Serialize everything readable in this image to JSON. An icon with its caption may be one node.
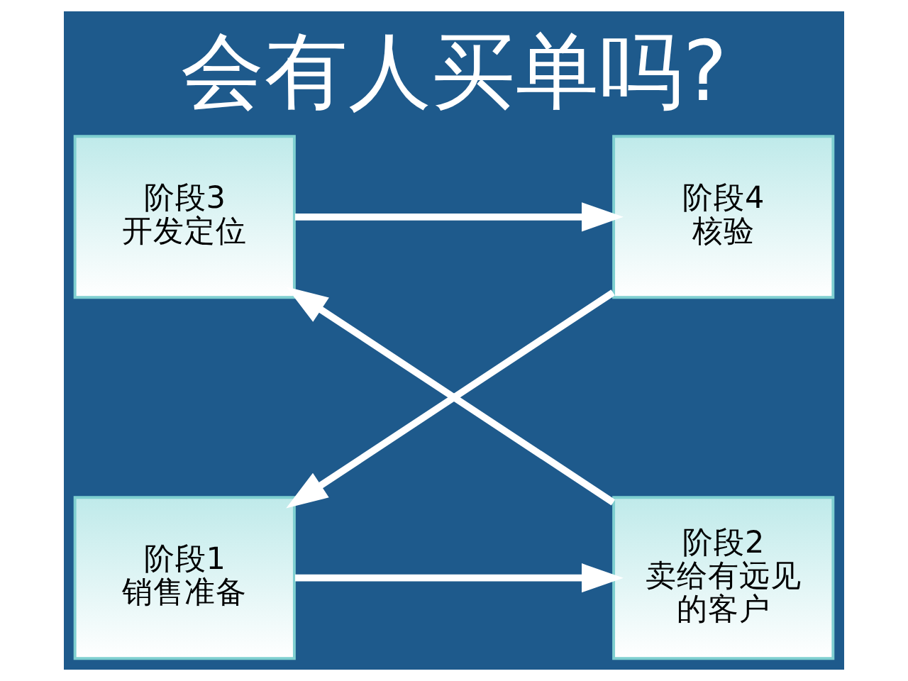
{
  "diagram": {
    "title": "会有人买单吗?",
    "nodes": [
      {
        "text": [
          "阶段3 开发定位"
        ]
      },
      {
        "text": [
          "阶段4 核验"
        ]
      },
      {
        "text": [
          "阶段2 卖给有远见的客户"
        ]
      },
      {
        "text": [
          "阶段1 销售准备"
        ]
      }
    ],
    "edges": [
      {
        "from": 0,
        "to": 1,
        "arrow": "to"
      },
      {
        "from": 1,
        "to": 3,
        "arrow": "to"
      },
      {
        "from": 3,
        "to": 2,
        "arrow": "to"
      },
      {
        "from": 2,
        "to": 0,
        "arrow": "to"
      }
    ]
  }
}
